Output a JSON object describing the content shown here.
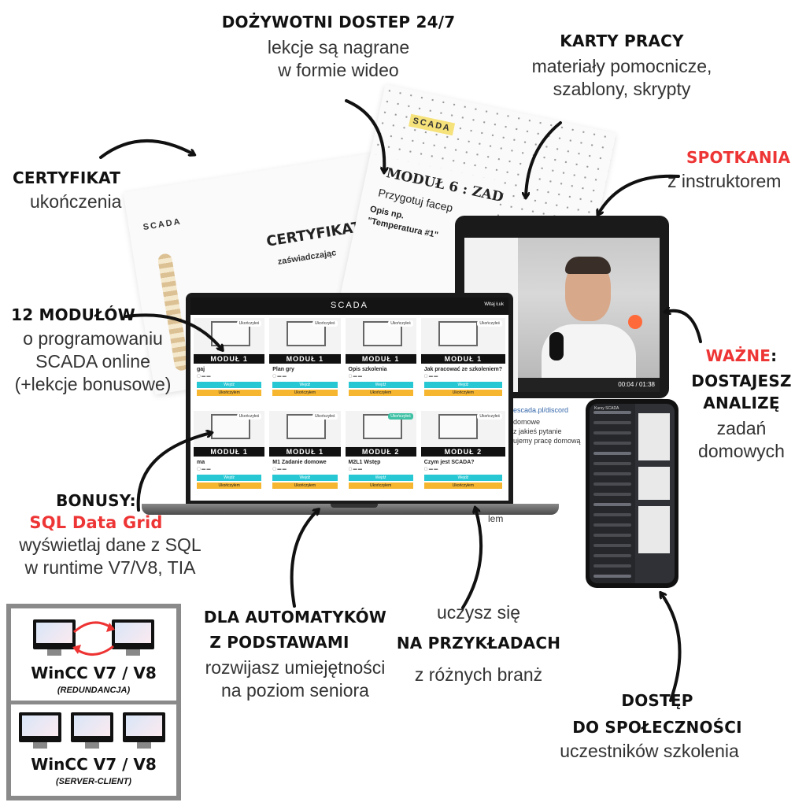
{
  "features": {
    "lifetime": {
      "title": "DOŻYWOTNI DOSTEP 24/7",
      "line1": "lekcje są nagrane",
      "line2": "w formie wideo"
    },
    "worksheets": {
      "title": "KARTY PRACY",
      "line1": "materiały pomocnicze,",
      "line2": "szablony, skrypty"
    },
    "certificate": {
      "title": "CERTYFIKAT",
      "line1": "ukończenia"
    },
    "meetings": {
      "title": "SPOTKANIA",
      "line1": "z instruktorem"
    },
    "modules": {
      "title": "12 MODUŁÓW",
      "line1": "o programowaniu",
      "line2": "SCADA online",
      "line3": "(+lekcje bonusowe)"
    },
    "important": {
      "title_red": "WAŻNE",
      "title_suffix": ":",
      "line1": "DOSTAJESZ",
      "line2": "ANALIZĘ",
      "line3": "zadań",
      "line4": "domowych"
    },
    "bonuses": {
      "title": "BONUSY:",
      "product": "SQL Data Grid",
      "line1": "wyświetlaj dane z SQL",
      "line2": "w runtime V7/V8, TIA"
    },
    "automation": {
      "title1": "DLA AUTOMATYKÓW",
      "title2": "Z PODSTAWAMI",
      "line1": "rozwijasz umiejętności",
      "line2": "na poziom seniora"
    },
    "examples": {
      "pre": "uczysz się",
      "title": "NA PRZYKŁADACH",
      "line1": "z różnych branż"
    },
    "community": {
      "title1": "DOSTĘP",
      "title2": "DO SPOŁECZNOŚCI",
      "line1": "uczestników szkolenia"
    }
  },
  "certificate_doc": {
    "logo": "SCADA",
    "title": "CERTYFIKAT",
    "sub": "zaświadczając"
  },
  "worksheet_doc": {
    "logo": "SCADA",
    "title": "MODUŁ 6 : ZAD",
    "sub": "Przygotuj facep",
    "desc1": "Opis np.",
    "desc2": "\"Temperatura #1\""
  },
  "tablet": {
    "time": "00:04 / 01:38",
    "link": "jescada.pl/discord",
    "task1": "domowe",
    "task2": "z jakieś pytanie",
    "task3": "ujemy pracę domową",
    "extra": "lem"
  },
  "laptop": {
    "brand": "SCADA",
    "user": "Witaj Łuk",
    "cards": [
      {
        "module": "MODUŁ 1",
        "title": "gaj",
        "status": "Ukończyłeś",
        "btn1": "Wejdź",
        "btn2": "Ukończyłem"
      },
      {
        "module": "MODUŁ 1",
        "title": "Plan gry",
        "status": "Ukończyłeś",
        "btn1": "Wejdź",
        "btn2": "Ukończyłem"
      },
      {
        "module": "MODUŁ 1",
        "title": "Opis szkolenia",
        "status": "Ukończyłeś",
        "btn1": "Wejdź",
        "btn2": "Ukończyłem"
      },
      {
        "module": "MODUŁ 1",
        "title": "Jak pracować ze szkoleniem?",
        "status": "Ukończyłeś",
        "btn1": "Wejdź",
        "btn2": "Ukończyłem"
      },
      {
        "module": "MODUŁ 1",
        "title": "ma",
        "status": "Ukończyłeś",
        "btn1": "Wejdź",
        "btn2": "Ukończyłem"
      },
      {
        "module": "MODUŁ 1",
        "title": "M1 Zadanie domowe",
        "status": "Ukończyłeś",
        "btn1": "Wejdź",
        "btn2": "Ukończyłem"
      },
      {
        "module": "MODUŁ 2",
        "title": "M2L1 Wstęp",
        "status": "Ukończyłeś",
        "btn1": "Wejdź",
        "btn2": "Ukończyłem"
      },
      {
        "module": "MODUŁ 2",
        "title": "Czym jest SCADA?",
        "status": "Ukończyłeś",
        "btn1": "Wejdź",
        "btn2": "Ukończyłem"
      }
    ]
  },
  "phone": {
    "server": "Kursy SCADA"
  },
  "wincc": {
    "redundancy": {
      "title": "WinCC V7 / V8",
      "sub": "(REDUNDANCJA)"
    },
    "serverclient": {
      "title": "WinCC V7 / V8",
      "sub": "(SERVER-CLIENT)"
    }
  },
  "colors": {
    "accent_red": "#ee3535",
    "cyan": "#27c7d4",
    "yellow": "#f6b630"
  }
}
